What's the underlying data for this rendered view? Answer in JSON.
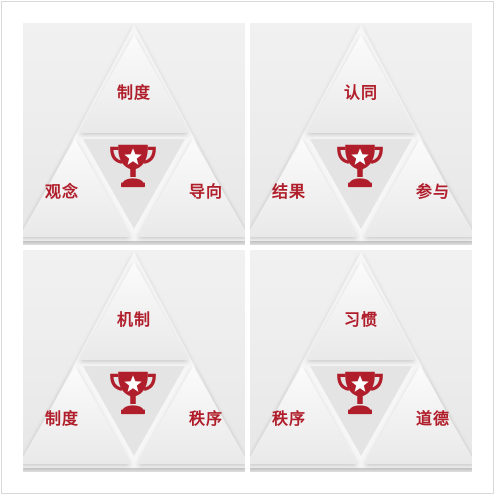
{
  "colors": {
    "accent": "#b01e2b",
    "background": "#eeeeee"
  },
  "panels": [
    {
      "top": "制度",
      "left": "观念",
      "right": "导向",
      "icon": "trophy-icon"
    },
    {
      "top": "认同",
      "left": "结果",
      "right": "参与",
      "icon": "trophy-icon"
    },
    {
      "top": "机制",
      "left": "制度",
      "right": "秩序",
      "icon": "trophy-icon"
    },
    {
      "top": "习惯",
      "left": "秩序",
      "right": "道德",
      "icon": "trophy-icon"
    }
  ]
}
